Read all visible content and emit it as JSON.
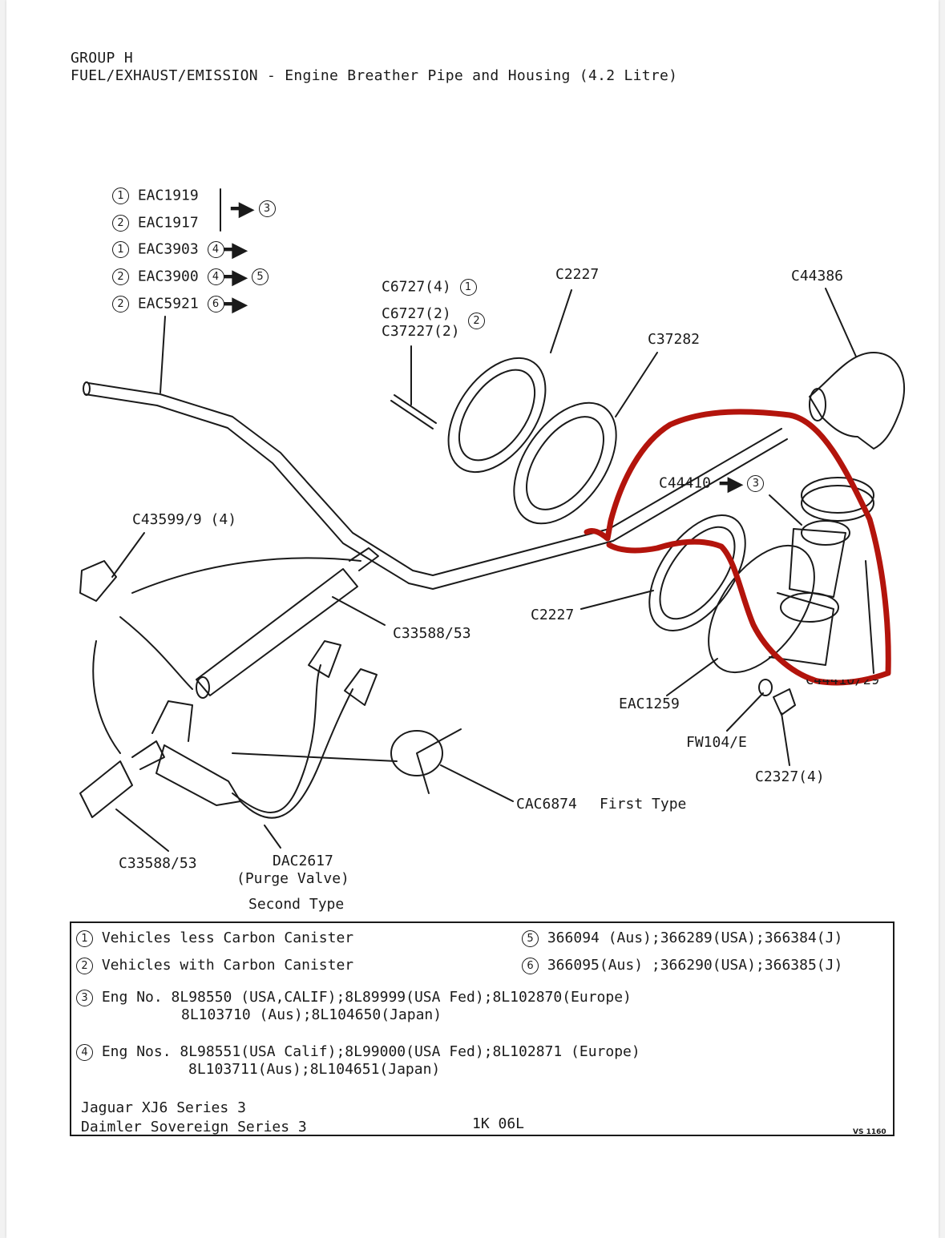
{
  "header": {
    "group": "GROUP H",
    "title": "FUEL/EXHAUST/EMISSION - Engine Breather Pipe and Housing (4.2 Litre)"
  },
  "legend_left": [
    {
      "ref": "1",
      "part": "EAC1919"
    },
    {
      "ref": "2",
      "part": "EAC1917"
    },
    {
      "ref": "1",
      "part": "EAC3903",
      "from": "4"
    },
    {
      "ref": "2",
      "part": "EAC3900",
      "from": "4",
      "to": "5"
    },
    {
      "ref": "2",
      "part": "EAC5921",
      "from": "6"
    }
  ],
  "legend_group_to": "3",
  "labels": {
    "c6727_4": "C6727(4)",
    "c6727_4_ref": "1",
    "c6727_2": "C6727(2)",
    "c37227_2": "C37227(2)",
    "c6727_2_ref": "2",
    "c2227_top": "C2227",
    "c44386": "C44386",
    "c37282": "C37282",
    "c44410": "C44410",
    "c44410_ref": "3",
    "c43599": "C43599/9 (4)",
    "c2227_mid": "C2227",
    "c33588_mid": "C33588/53",
    "eac1259": "EAC1259",
    "partial_right": "C44410/29",
    "fw104": "FW104/E",
    "c2327": "C2327(4)",
    "cac6874": "CAC6874",
    "first_type": "First Type",
    "c33588_low": "C33588/53",
    "dac2617": "DAC2617",
    "purge_valve": "(Purge Valve)",
    "second_type": "Second Type",
    "stamp": "VS 1160"
  },
  "notes": {
    "n1_ref": "1",
    "n1": "Vehicles less Carbon Canister",
    "n2_ref": "2",
    "n2": "Vehicles with Carbon Canister",
    "n5_ref": "5",
    "n5": "366094 (Aus);366289(USA);366384(J)",
    "n6_ref": "6",
    "n6": "366095(Aus) ;366290(USA);366385(J)",
    "n3_ref": "3",
    "n3a": "Eng No. 8L98550 (USA,CALIF);8L89999(USA Fed);8L102870(Europe)",
    "n3b": "8L103710 (Aus);8L104650(Japan)",
    "n4_ref": "4",
    "n4a": "Eng Nos. 8L98551(USA Calif);8L99000(USA Fed);8L102871 (Europe)",
    "n4b": "8L103711(Aus);8L104651(Japan)",
    "model1": "Jaguar XJ6 Series 3",
    "model2": "Daimler Sovereign Series 3",
    "code": "1K 06L"
  },
  "colors": {
    "annotation": "#b3140c",
    "ink": "#1a1a1a"
  }
}
